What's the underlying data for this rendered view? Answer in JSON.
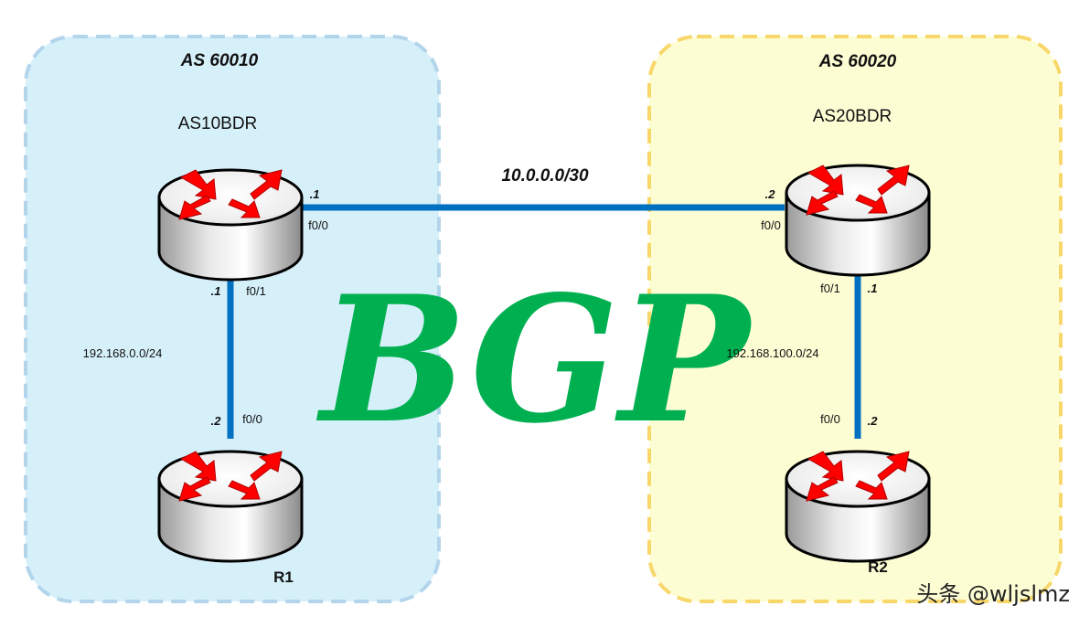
{
  "zones": {
    "left": {
      "title": "AS 60010",
      "fill": "#d6f0fa",
      "border": "#b3d5ec"
    },
    "right": {
      "title": "AS 60020",
      "fill": "#fdfdd4",
      "border": "#f8d76a"
    }
  },
  "routers": {
    "as10bdr": {
      "name": "AS10BDR"
    },
    "as20bdr": {
      "name": "AS20BDR"
    },
    "r1": {
      "name": "R1"
    },
    "r2": {
      "name": "R2"
    }
  },
  "links": {
    "wan": {
      "subnet": "10.0.0.0/30",
      "left_host": ".1",
      "left_iface": "f0/0",
      "right_host": ".2",
      "right_iface": "f0/0"
    },
    "lan_left": {
      "subnet": "192.168.0.0/24",
      "top_host": ".1",
      "top_iface": "f0/1",
      "bottom_host": ".2",
      "bottom_iface": "f0/0"
    },
    "lan_right": {
      "subnet": "192.168.100.0/24",
      "top_host": ".1",
      "top_iface": "f0/1",
      "bottom_host": ".2",
      "bottom_iface": "f0/0"
    }
  },
  "overlay": {
    "text": "BGP",
    "color": "#00b050"
  },
  "watermark": "头条 @wljslmz",
  "link_color": "#0070c0",
  "router_icon": "router-icon"
}
